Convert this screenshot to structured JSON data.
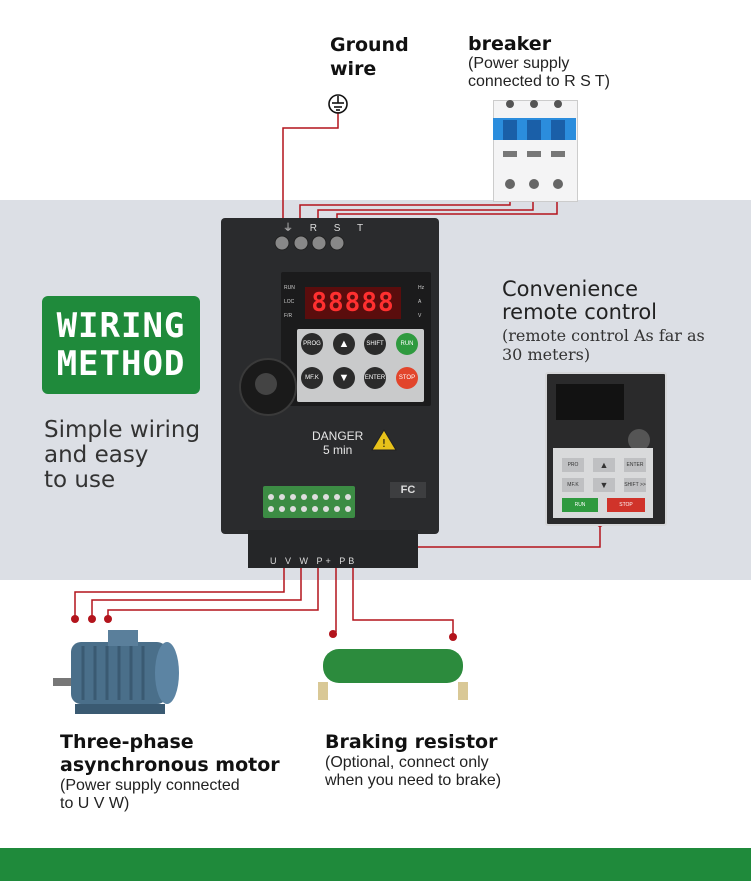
{
  "ground": {
    "label_line1": "Ground",
    "label_line2": "wire"
  },
  "breaker": {
    "title": "breaker",
    "note_line1": "(Power supply",
    "note_line2": "connected to R S T)"
  },
  "badge": {
    "line1": "WIRING",
    "line2": "METHOD"
  },
  "tagline": {
    "line1": "Simple wiring",
    "line2": "and easy",
    "line3": "to use"
  },
  "remote": {
    "title_line1": "Convenience",
    "title_line2": "remote control",
    "note_line1": "(remote control As far as",
    "note_line2": "30 meters)",
    "keys": [
      "PRO",
      "ENTER",
      "MF.K",
      "SHIFT >>",
      "RUN",
      "STOP"
    ]
  },
  "vfd": {
    "display": "88888",
    "indicators_left": [
      "RUN",
      "LOC",
      "F/R"
    ],
    "indicators_right": [
      "Hz",
      "A",
      "V"
    ],
    "keys": [
      "PROG",
      "SHIFT",
      "RUN",
      "MF.K",
      "ENTER",
      "STOP"
    ],
    "warning_line1": "DANGER",
    "warning_line2": "5 min",
    "logo": "FC",
    "top_terminals": "⏚ R S T",
    "bottom_terminals": "U V W P+ PB"
  },
  "motor": {
    "title_line1": "Three-phase",
    "title_line2": "asynchronous motor",
    "note_line1": "(Power supply connected",
    "note_line2": "to U V W)"
  },
  "resistor": {
    "title": "Braking resistor",
    "note_line1": "(Optional, connect only",
    "note_line2": "when you need to brake)"
  },
  "colors": {
    "accent_green": "#1f8a3b",
    "wire_red": "#b3141c",
    "band_gray": "#dcdfe5"
  }
}
